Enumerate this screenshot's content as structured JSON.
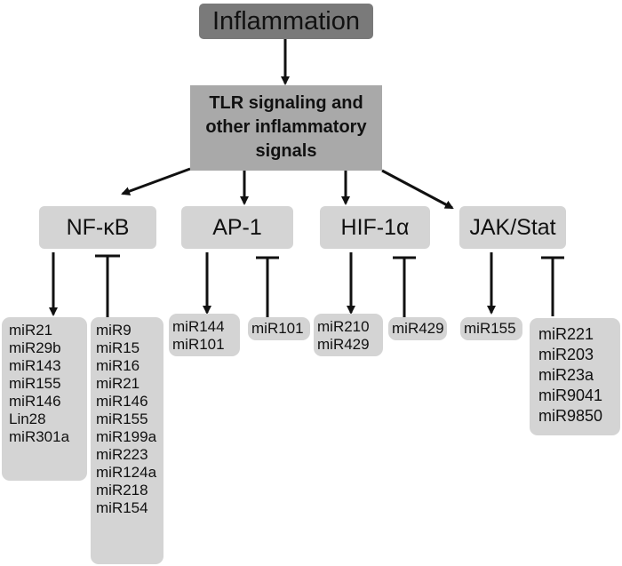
{
  "top": "Inflammation",
  "middle": [
    "TLR signaling and",
    "other inflammatory",
    "signals"
  ],
  "factors": [
    {
      "name": "NF-κB",
      "activated": [
        "miR21",
        "miR29b",
        "miR143",
        "miR155",
        "miR146",
        "Lin28",
        "miR301a"
      ],
      "inhibited": [
        "miR9",
        "miR15",
        "miR16",
        "miR21",
        "miR146",
        "miR155",
        "miR199a",
        "miR223",
        "miR124a",
        "miR218",
        "miR154"
      ]
    },
    {
      "name": "AP-1",
      "activated": [
        "miR144",
        "miR101"
      ],
      "inhibited": [
        "miR101"
      ]
    },
    {
      "name": "HIF-1α",
      "activated": [
        "miR210",
        "miR429"
      ],
      "inhibited": [
        "miR429"
      ]
    },
    {
      "name": "JAK/Stat",
      "activated": [
        "miR155"
      ],
      "inhibited": [
        "miR221",
        "miR203",
        "miR23a",
        "miR9041",
        "miR9850"
      ]
    }
  ]
}
